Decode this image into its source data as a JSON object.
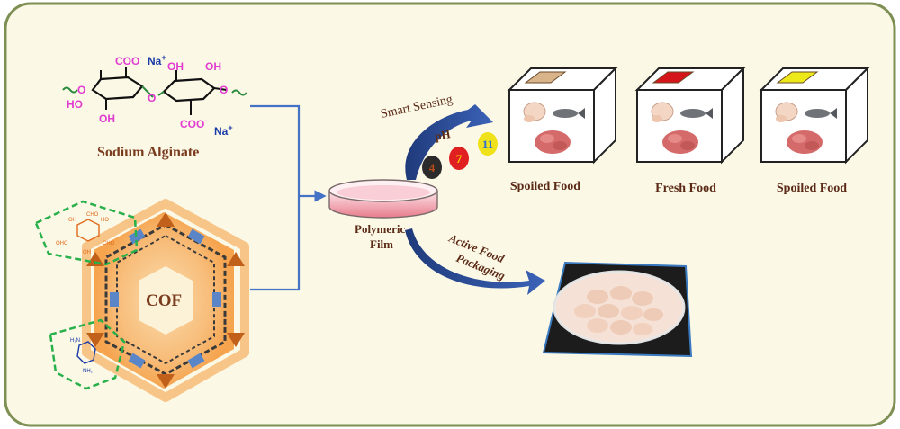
{
  "molecule": {
    "carboxylate_top": "COO",
    "charge_minus": "-",
    "sodium": "Na",
    "charge_plus": "+",
    "oh_label": "OH",
    "o_label": "O",
    "ho_label": "HO",
    "name": "Sodium Alginate"
  },
  "cof": {
    "label": "COF",
    "aldehyde_groups": [
      "CHO",
      "OHC",
      "CHO"
    ],
    "hydroxyl_groups": [
      "OH",
      "HO",
      "OH"
    ],
    "amine_top": "H₂N",
    "amine_bottom": "NH₂"
  },
  "film": {
    "label_line1": "Polymeric",
    "label_line2": "Film"
  },
  "sensing": {
    "title": "Smart Sensing",
    "ph_label": "pH",
    "ph_values": [
      {
        "value": "4",
        "color": "#2b2b2b",
        "text_color": "#b84d1a"
      },
      {
        "value": "7",
        "color": "#e02020",
        "text_color": "#ffd200"
      },
      {
        "value": "11",
        "color": "#f0e21a",
        "text_color": "#2b6fd6"
      }
    ]
  },
  "packaging": {
    "line1": "Active Food",
    "line2": "Packaging"
  },
  "boxes": [
    {
      "label": "Spoiled Food",
      "film_color": "#d9b48a"
    },
    {
      "label": "Fresh Food",
      "film_color": "#d4161a"
    },
    {
      "label": "Spoiled Food",
      "film_color": "#ece81a"
    }
  ],
  "colors": {
    "panel_bg": "#fbf8e6",
    "panel_border": "#7d8f52",
    "arrow_blue": "#2e4f9c",
    "connector_blue": "#4472c4",
    "label_brown": "#7a3b1e",
    "cof_glow": "#f5a04a",
    "dashed_green": "#28b04a"
  }
}
